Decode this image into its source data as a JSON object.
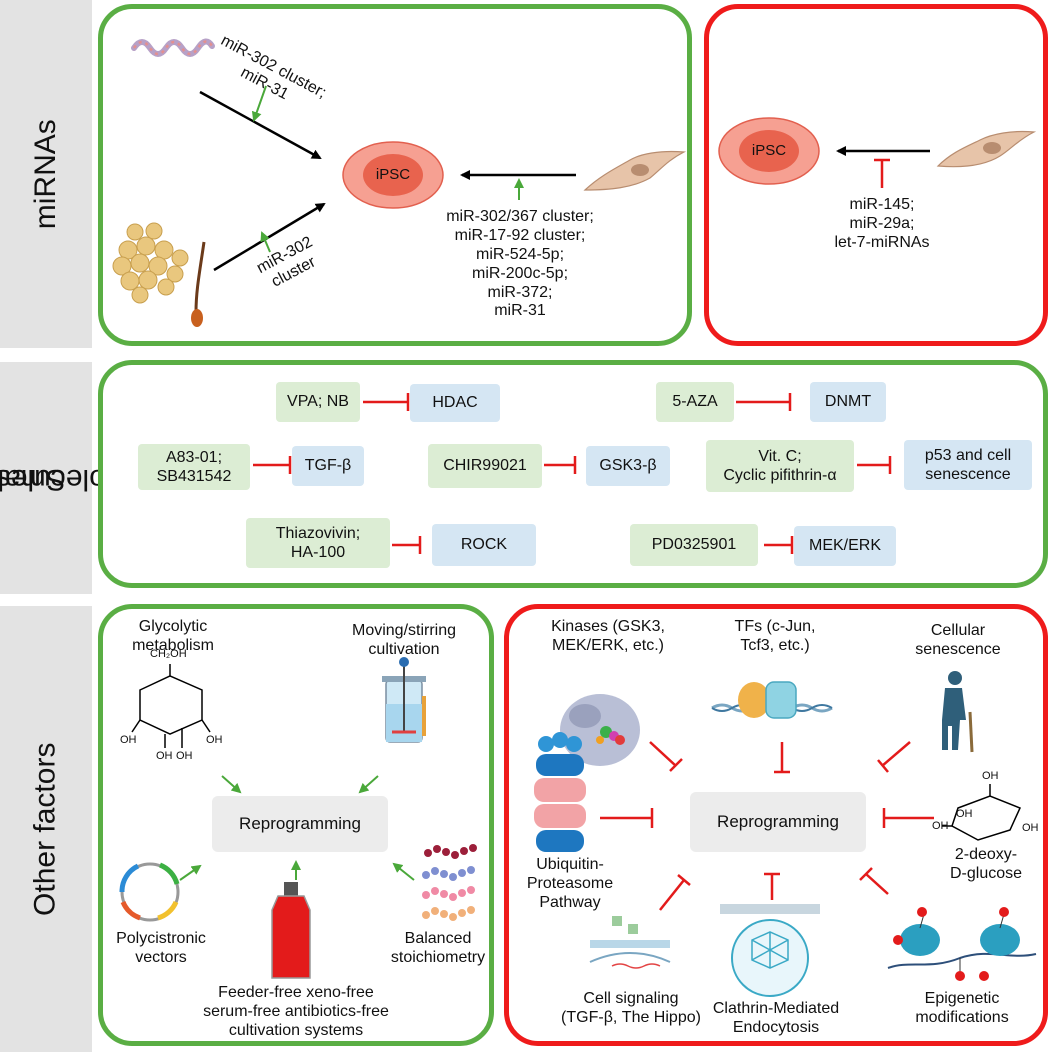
{
  "side_labels": {
    "mirnas": "miRNAs",
    "small_molecules_line1": "Small",
    "small_molecules_line2": "molecules",
    "other_factors": "Other factors"
  },
  "mirna_promote": {
    "ipsc": "iPSC",
    "top_label_line1": "miR-302 cluster;",
    "top_label_line2": "miR-31",
    "bottom_label_line1": "miR-302",
    "bottom_label_line2": "cluster",
    "list": [
      "miR-302/367 cluster;",
      "miR-17-92 cluster;",
      "miR-524-5p;",
      "miR-200c-5p;",
      "miR-372;",
      "miR-31"
    ]
  },
  "mirna_inhibit": {
    "ipsc": "iPSC",
    "list": [
      "miR-145;",
      "miR-29a;",
      "let-7-miRNAs"
    ]
  },
  "small_molecules": {
    "vpa": "VPA; NB",
    "hdac": "HDAC",
    "aza": "5-AZA",
    "dnmt": "DNMT",
    "a83_line1": "A83-01;",
    "a83_line2": "SB431542",
    "tgf": "TGF-β",
    "chir": "CHIR99021",
    "gsk": "GSK3-β",
    "vitc_line1": "Vit. C;",
    "vitc_line2": "Cyclic pifithrin-α",
    "p53_line1": "p53 and cell",
    "p53_line2": "senescence",
    "thiazo_line1": "Thiazovivin;",
    "thiazo_line2": "HA-100",
    "rock": "ROCK",
    "pd": "PD0325901",
    "mek": "MEK/ERK"
  },
  "other_promote": {
    "center": "Reprogramming",
    "glyco_line1": "Glycolytic",
    "glyco_line2": "metabolism",
    "glucose_ch2oh": "CH₂OH",
    "glucose_oh": "OH",
    "moving_line1": "Moving/stirring",
    "moving_line2": "cultivation",
    "poly_line1": "Polycistronic",
    "poly_line2": "vectors",
    "balanced_line1": "Balanced",
    "balanced_line2": "stoichiometry",
    "feeder_line1": "Feeder-free xeno-free",
    "feeder_line2": "serum-free antibiotics-free",
    "feeder_line3": "cultivation systems"
  },
  "other_inhibit": {
    "center": "Reprogramming",
    "kinases_line1": "Kinases (GSK3,",
    "kinases_line2": "MEK/ERK, etc.)",
    "tfs_line1": "TFs (c-Jun,",
    "tfs_line2": "Tcf3, etc.)",
    "sen_line1": "Cellular",
    "sen_line2": "senescence",
    "ubi_line1": "Ubiquitin-",
    "ubi_line2": "Proteasome",
    "ubi_line3": "Pathway",
    "deoxy_line1": "2-deoxy-",
    "deoxy_line2": "D-glucose",
    "deoxy_oh": "OH",
    "signal_line1": "Cell signaling",
    "signal_line2": "(TGF-β, The Hippo)",
    "clathrin_line1": "Clathrin-Mediated",
    "clathrin_line2": "Endocytosis",
    "epi_line1": "Epigenetic",
    "epi_line2": "modifications"
  },
  "colors": {
    "green_border": "#5aae44",
    "red_border": "#ef1b1b",
    "side_bar": "#e3e3e3",
    "molecule_box": "#dcedd4",
    "target_box": "#d5e6f3"
  }
}
